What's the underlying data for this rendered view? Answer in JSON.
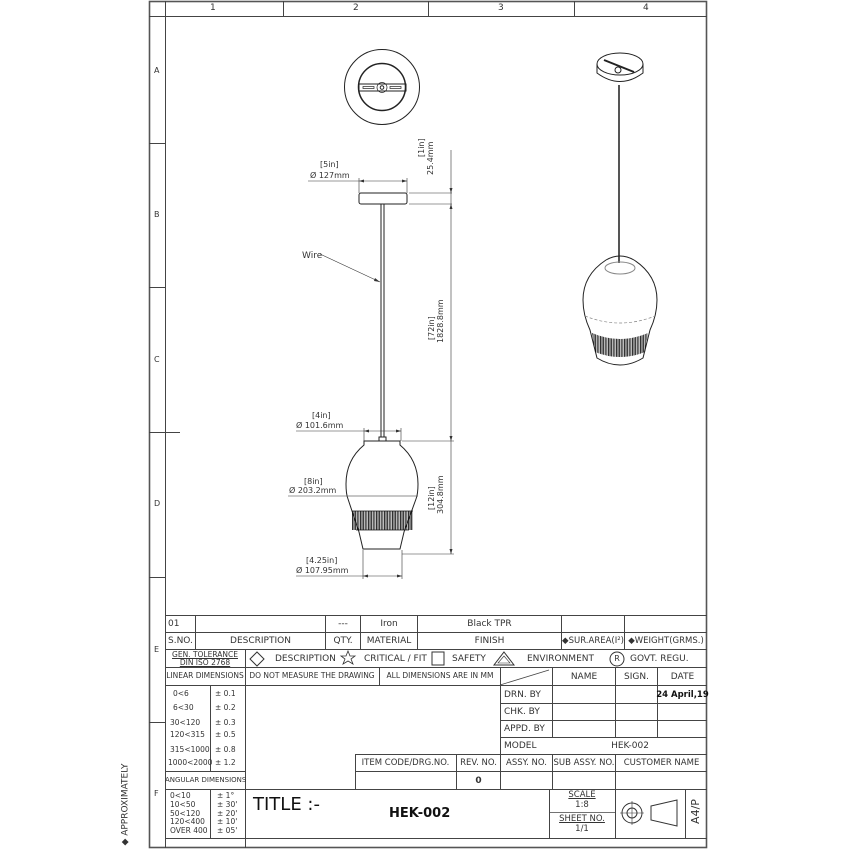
{
  "sheet": {
    "columns": [
      "1",
      "2",
      "3",
      "4"
    ],
    "rows": [
      "A",
      "B",
      "C",
      "D",
      "E",
      "F"
    ],
    "side_note": "◆ APPROXIMATELY"
  },
  "drawing": {
    "views": [
      "top-view",
      "front-view",
      "isometric-view"
    ],
    "callouts": {
      "wire": "Wire"
    },
    "dimensions": {
      "canopy_dia_in": "[5in]",
      "canopy_dia_mm": "Ø 127mm",
      "canopy_h_in": "[1in]",
      "canopy_h_mm": "25.4mm",
      "wire_len_in": "[72in]",
      "wire_len_mm": "1828.8mm",
      "top_dia_in": "[4in]",
      "top_dia_mm": "Ø 101.6mm",
      "max_dia_in": "[8in]",
      "max_dia_mm": "Ø 203.2mm",
      "shade_h_in": "[12in]",
      "shade_h_mm": "304.8mm",
      "bottom_dia_in": "[4.25in]",
      "bottom_dia_mm": "Ø 107.95mm"
    }
  },
  "bom": {
    "row": {
      "sno": "01",
      "description": "",
      "qty": "---",
      "material": "Iron",
      "finish": "Black TPR",
      "sur_area": "",
      "weight": ""
    },
    "headers": {
      "sno": "S.NO.",
      "description": "DESCRIPTION",
      "qty": "QTY.",
      "material": "MATERIAL",
      "finish": "FINISH",
      "sur_area": "SUR.AREA(I²)",
      "weight": "WEIGHT(GRMS.)"
    }
  },
  "legend": {
    "gen_tol_1": "GEN. TOLERANCE",
    "gen_tol_2": "DIN ISO 2768",
    "description": "DESCRIPTION",
    "critical": "CRITICAL / FIT",
    "safety": "SAFETY",
    "environment": "ENVIRONMENT",
    "govt": "GOVT. REGU.",
    "govt_symbol": "R"
  },
  "notes": {
    "linear": "LINEAR DIMENSIONS",
    "no_measure": "DO NOT MEASURE THE DRAWING",
    "all_mm": "ALL DIMENSIONS ARE IN MM",
    "angular": "ANGULAR DIMENSIONS"
  },
  "linear_tolerances": [
    {
      "range": "0<6",
      "tol": "± 0.1"
    },
    {
      "range": "6<30",
      "tol": "± 0.2"
    },
    {
      "range": "30<120",
      "tol": "± 0.3"
    },
    {
      "range": "120<315",
      "tol": "± 0.5"
    },
    {
      "range": "315<1000",
      "tol": "± 0.8"
    },
    {
      "range": "1000<2000",
      "tol": "± 1.2"
    }
  ],
  "angular_tolerances": [
    {
      "range": "0<10",
      "tol": "± 1°"
    },
    {
      "range": "10<50",
      "tol": "± 30'"
    },
    {
      "range": "50<120",
      "tol": "± 20'"
    },
    {
      "range": "120<400",
      "tol": "± 10'"
    },
    {
      "range": "OVER 400",
      "tol": "± 05'"
    }
  ],
  "approvals": {
    "headers": {
      "name": "NAME",
      "sign": "SIGN.",
      "date": "DATE"
    },
    "rows": [
      {
        "label": "DRN. BY",
        "name": "",
        "sign": "",
        "date": "24 April,19"
      },
      {
        "label": "CHK. BY",
        "name": "",
        "sign": "",
        "date": ""
      },
      {
        "label": "APPD. BY",
        "name": "",
        "sign": "",
        "date": ""
      }
    ],
    "model_label": "MODEL",
    "model_value": "HEK-002"
  },
  "codes": {
    "headers": {
      "item_code": "ITEM CODE/DRG.NO.",
      "rev": "REV. NO.",
      "assy": "ASSY. NO.",
      "sub_assy": "SUB ASSY. NO.",
      "customer": "CUSTOMER NAME"
    },
    "values": {
      "item_code": "",
      "rev": "0",
      "assy": "",
      "sub_assy": "",
      "customer": ""
    }
  },
  "title_block": {
    "title_label": "TITLE :-",
    "title_value": "HEK-002",
    "scale_label": "SCALE",
    "scale_value": "1:8",
    "sheet_label": "SHEET NO.",
    "sheet_value": "1/1",
    "paper": "A4/P",
    "projection_symbol": "first-angle-projection"
  }
}
